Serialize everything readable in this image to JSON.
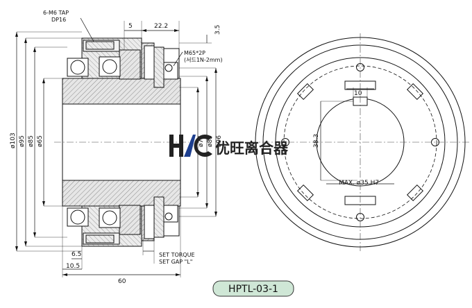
{
  "notes": {
    "tap": "6-M6 TAP",
    "tap_depth": "DP16",
    "thread": "M65*2P",
    "thread_torque": "(서드1N-2mm)",
    "set_torque": "SET TORQUE",
    "set_gap": "SET GAP \"L\""
  },
  "dims_top": {
    "d5": "5",
    "d22": "22.2",
    "d35": "3.5"
  },
  "dims_left": {
    "d103": "ø103",
    "d95": "ø95",
    "d85": "ø85",
    "d65": "ø65"
  },
  "dims_right": {
    "d75": "ø75",
    "d85": "ø85",
    "d96": "ø96"
  },
  "dims_bottom": {
    "d65": "6.5",
    "d105": "10.5",
    "d60": "60"
  },
  "front_view": {
    "key_width": "10",
    "key_height": "38.3",
    "bore": "MAX. ø35 H7"
  },
  "watermark": {
    "logo_text": "HC",
    "company": "优旺离合器"
  },
  "label": {
    "model": "HPTL-03-1"
  },
  "colors": {
    "line": "#111111",
    "hatch": "#777777",
    "label_bg": "#cfe7d6",
    "logo_blue": "#1d3f8f"
  }
}
